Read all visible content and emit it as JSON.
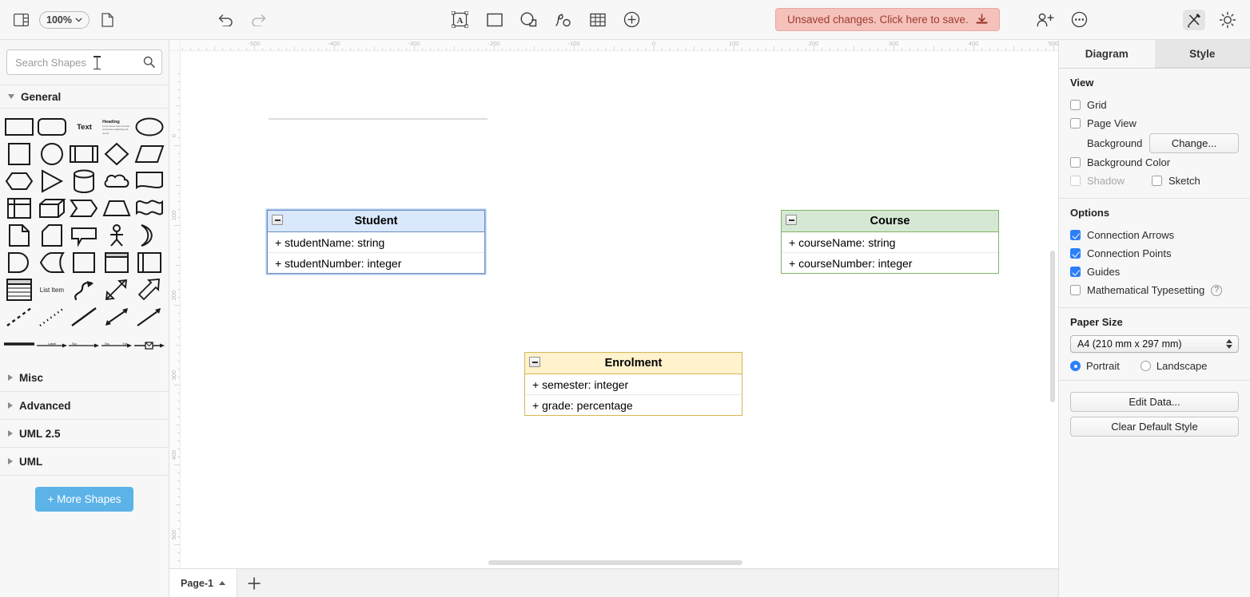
{
  "toolbar": {
    "sidebar_toggle": "toggle-sidebar",
    "zoom_level": "100%",
    "page_icon": "page",
    "undo": "undo",
    "redo": "redo",
    "shape_tools": [
      "text-shape",
      "rectangle-shape",
      "ellipse-shape",
      "freehand",
      "table",
      "add-more"
    ],
    "unsaved_label": "Unsaved changes. Click here to save.",
    "share_icon": "add-person-icon",
    "more_icon": "more-options-icon",
    "format_icon": "format-panel-icon",
    "theme_icon": "theme-toggle-icon"
  },
  "sidebar": {
    "search": {
      "value": "",
      "placeholder": "Search Shapes"
    },
    "sections": [
      {
        "label": "General",
        "expanded": true
      },
      {
        "label": "Misc",
        "expanded": false
      },
      {
        "label": "Advanced",
        "expanded": false
      },
      {
        "label": "UML 2.5",
        "expanded": false
      },
      {
        "label": "UML",
        "expanded": false
      }
    ],
    "shape_labels": {
      "text": "Text",
      "heading": "Heading",
      "heading_body": "Lorem ipsum dolor sit amet, consectetur adipiscing elit, sed do",
      "list_item": "List Item",
      "list_title": "List",
      "list_rows": [
        "Item 1",
        "Item 2",
        "Item 3"
      ],
      "edge_label": "Label",
      "edge_from": "Source",
      "edge_to": "Target"
    },
    "more_shapes_label": "+ More Shapes"
  },
  "canvas": {
    "ruler_h_labels": [
      "-500",
      "-400",
      "-300",
      "-200",
      "-100",
      "0",
      "100",
      "200",
      "300",
      "400",
      "500"
    ],
    "ruler_v_labels": [
      "0",
      "100",
      "200",
      "300",
      "400",
      "500"
    ],
    "shapes": [
      {
        "name": "Student",
        "header_color": "#dae8fc",
        "border_color": "#6c8ebf",
        "selected": true,
        "attributes": [
          "+ studentName: string",
          "+ studentNumber: integer"
        ]
      },
      {
        "name": "Course",
        "header_color": "#d5e8d4",
        "border_color": "#82b366",
        "selected": false,
        "attributes": [
          "+ courseName: string",
          "+ courseNumber: integer"
        ]
      },
      {
        "name": "Enrolment",
        "header_color": "#fff2cc",
        "border_color": "#d6b656",
        "selected": false,
        "attributes": [
          "+ semester: integer",
          "+ grade: percentage"
        ]
      }
    ]
  },
  "right_panel": {
    "tabs": [
      {
        "label": "Diagram",
        "active": true
      },
      {
        "label": "Style",
        "active": false
      }
    ],
    "view": {
      "title": "View",
      "grid": {
        "label": "Grid",
        "checked": false
      },
      "page_view": {
        "label": "Page View",
        "checked": false
      },
      "background": {
        "label": "Background",
        "button": "Change..."
      },
      "background_color": {
        "label": "Background Color",
        "checked": false
      },
      "shadow": {
        "label": "Shadow",
        "checked": false,
        "disabled": true
      },
      "sketch": {
        "label": "Sketch",
        "checked": false
      }
    },
    "options": {
      "title": "Options",
      "connection_arrows": {
        "label": "Connection Arrows",
        "checked": true
      },
      "connection_points": {
        "label": "Connection Points",
        "checked": true
      },
      "guides": {
        "label": "Guides",
        "checked": true
      },
      "math_typesetting": {
        "label": "Mathematical Typesetting",
        "checked": false,
        "help": "?"
      }
    },
    "paper": {
      "title": "Paper Size",
      "selected": "A4 (210 mm x 297 mm)",
      "orientation": [
        {
          "label": "Portrait",
          "selected": true
        },
        {
          "label": "Landscape",
          "selected": false
        }
      ]
    },
    "actions": [
      {
        "label": "Edit Data..."
      },
      {
        "label": "Clear Default Style"
      }
    ]
  },
  "bottom": {
    "page_tab": "Page-1",
    "add_page": "+"
  },
  "colors": {
    "accent_blue": "#2d7ff9",
    "more_shapes_blue": "#5cb3e8",
    "unsaved_bg": "#f5c1bb",
    "unsaved_text": "#9e3b30"
  }
}
